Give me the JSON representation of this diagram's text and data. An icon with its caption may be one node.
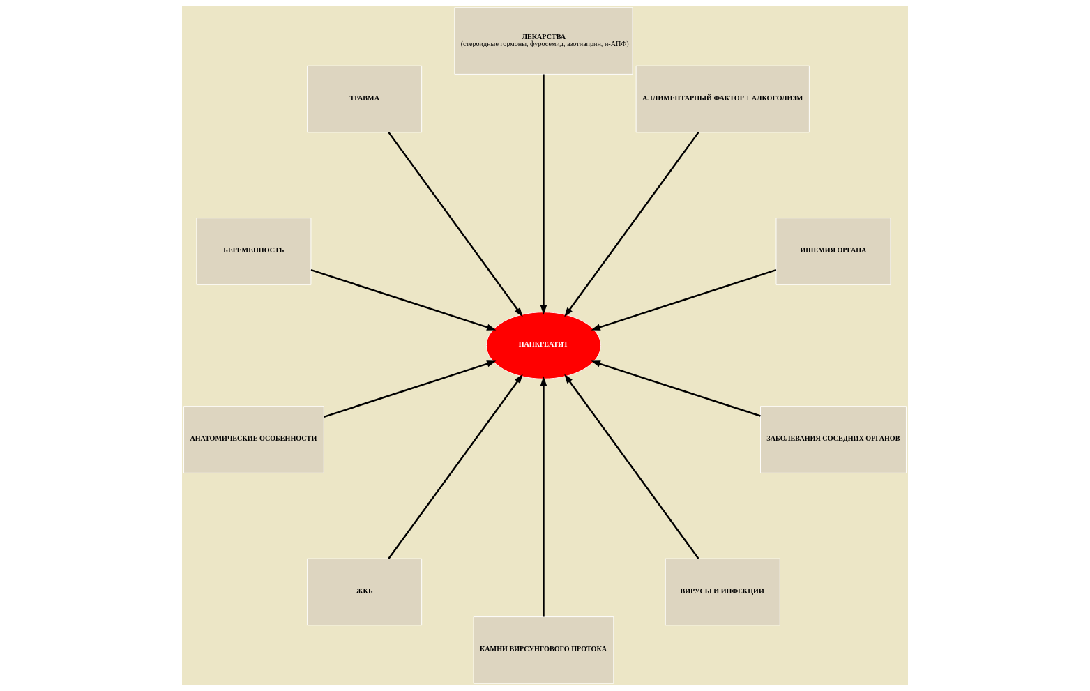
{
  "diagram": {
    "nodes": [
      {
        "text": [
          "ИШЕМИЯ ОРГАНА"
        ]
      },
      {
        "text": [
          "АЛЛИМЕНТАРНЫЙ ФАКТОР + АЛКОГОЛИЗМ"
        ]
      },
      {
        "text": [
          "ЛЕКАРСТВА",
          "(стероидные гормоны, фуросемид, азотиаприн, и-АПФ)"
        ]
      },
      {
        "text": [
          "ТРАВМА"
        ]
      },
      {
        "text": [
          "БЕРЕМЕННОСТЬ"
        ]
      },
      {
        "text": [
          "ПАНКРЕАТИТ"
        ]
      },
      {
        "text": [
          "АНАТОМИЧЕСКИЕ ОСОБЕННОСТИ"
        ]
      },
      {
        "text": [
          "ЖКБ"
        ]
      },
      {
        "text": [
          "КАМНИ ВИРСУНГОВОГО ПРОТОКА"
        ]
      },
      {
        "text": [
          "ВИРУСЫ И ИНФЕКЦИИ"
        ]
      },
      {
        "text": [
          "ЗАБОЛЕВАНИЯ СОСЕДНИХ ОРГАНОВ"
        ]
      }
    ],
    "edges": [
      {
        "from": 0,
        "to": 5,
        "arrow": "to"
      },
      {
        "from": 1,
        "to": 5,
        "arrow": "to"
      },
      {
        "from": 2,
        "to": 5,
        "arrow": "to"
      },
      {
        "from": 3,
        "to": 5,
        "arrow": "to"
      },
      {
        "from": 4,
        "to": 5,
        "arrow": "to"
      },
      {
        "from": 6,
        "to": 5,
        "arrow": "to"
      },
      {
        "from": 7,
        "to": 5,
        "arrow": "to"
      },
      {
        "from": 8,
        "to": 5,
        "arrow": "to"
      },
      {
        "from": 9,
        "to": 5,
        "arrow": "to"
      },
      {
        "from": 10,
        "to": 5,
        "arrow": "to"
      }
    ]
  }
}
